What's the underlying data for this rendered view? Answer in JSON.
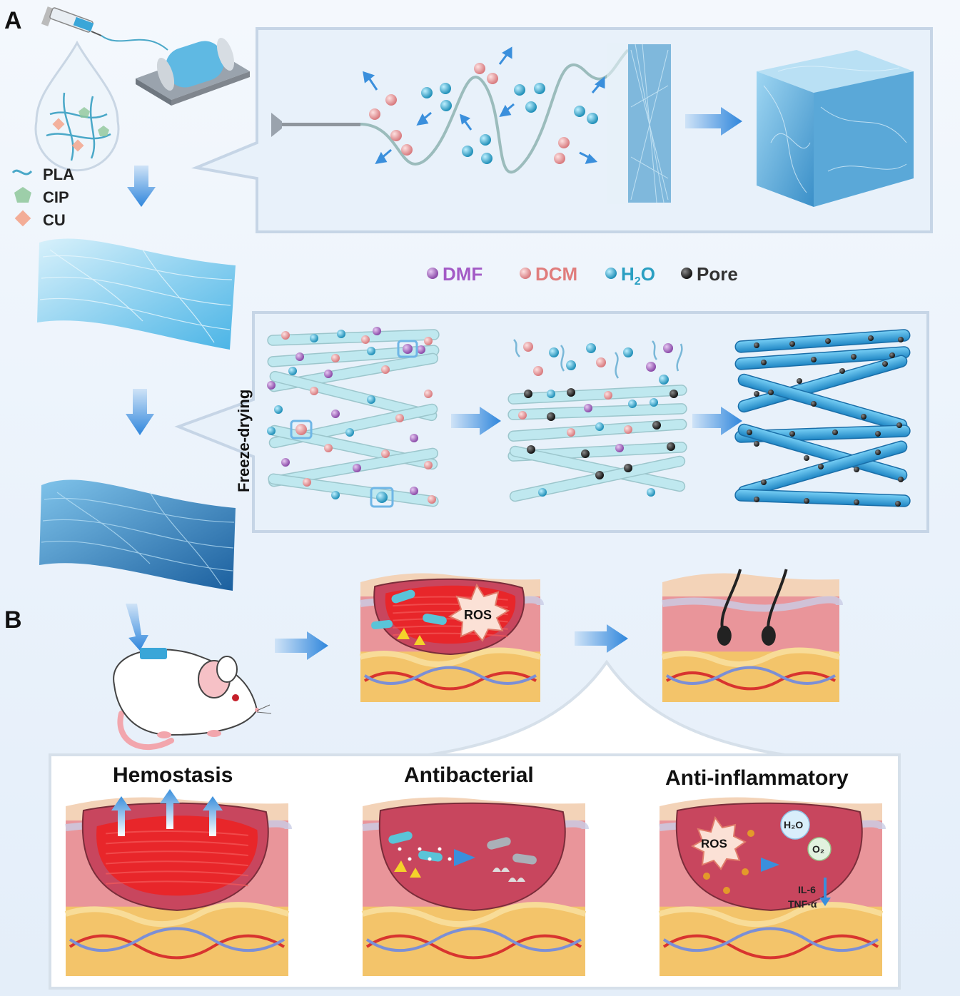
{
  "panels": {
    "a": "A",
    "b": "B"
  },
  "legend_left": [
    {
      "label": "PLA",
      "color": "#4aa8c8"
    },
    {
      "label": "CIP",
      "color": "#8ec79a"
    },
    {
      "label": "CU",
      "color": "#f3a58c"
    }
  ],
  "legend_middle": [
    {
      "label": "DMF",
      "color": "#9b59b6"
    },
    {
      "label": "DCM",
      "color": "#e88a8a"
    },
    {
      "label": "H",
      "sub": "2",
      "tail": "O",
      "color": "#2a9fc2"
    },
    {
      "label": "Pore",
      "color": "#222222"
    }
  ],
  "process": {
    "freeze_drying": "Freeze-drying"
  },
  "wound": {
    "ros": "ROS"
  },
  "functions": {
    "hemostasis": "Hemostasis",
    "antibacterial": "Antibacterial",
    "anti_inflammatory": "Anti-inflammatory",
    "ros": "ROS",
    "h2o": "H₂O",
    "o2": "O₂",
    "il6": "IL-6",
    "tnf": "TNF-α"
  },
  "colors": {
    "fiber_light": "#bfe8ef",
    "fiber_dark": "#3aa6d8",
    "arrow": "#3a8fdc",
    "blood": "#e8262a",
    "wound_bed": "#c8465e",
    "skin_top": "#f3d3b8",
    "dermis": "#e9959a",
    "fat": "#f3c46a"
  }
}
